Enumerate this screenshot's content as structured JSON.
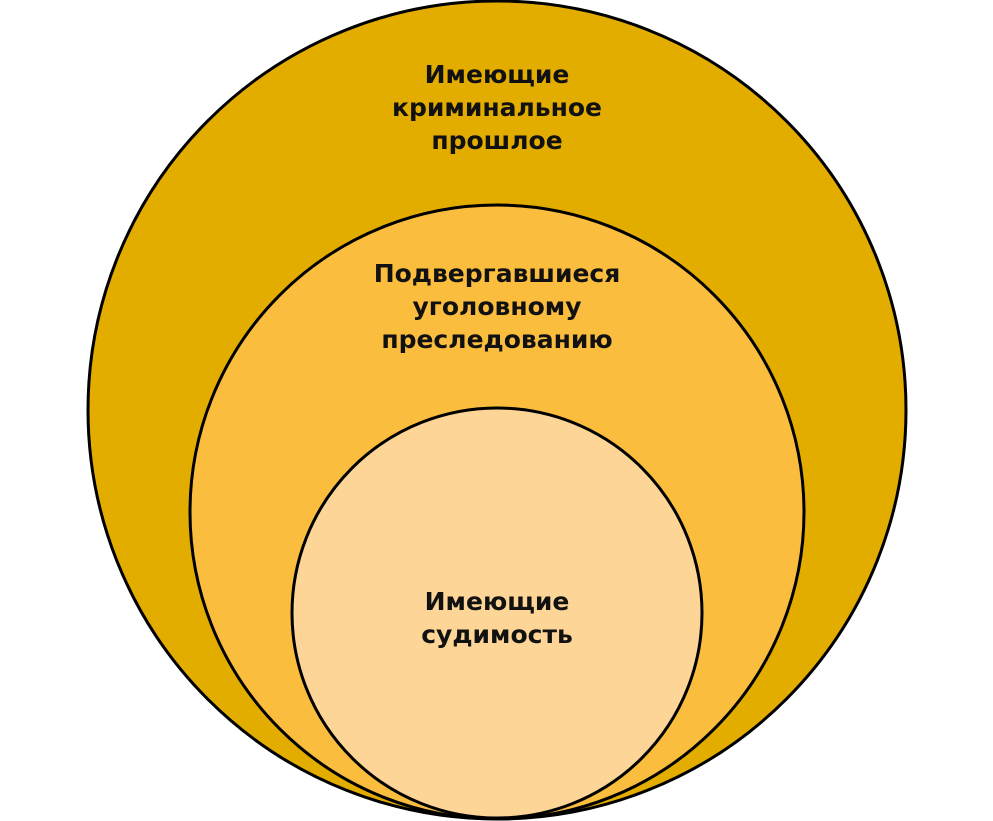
{
  "diagram": {
    "circles": [
      {
        "label_lines": [
          "Имеющие",
          "криминальное",
          "прошлое"
        ],
        "color": "#E3AD00"
      },
      {
        "label_lines": [
          "Подвергавшиеся",
          "уголовному",
          "преследованию"
        ],
        "color": "#FBBD3E"
      },
      {
        "label_lines": [
          "Имеющие",
          "судимость"
        ],
        "color": "#FDD597"
      }
    ]
  }
}
